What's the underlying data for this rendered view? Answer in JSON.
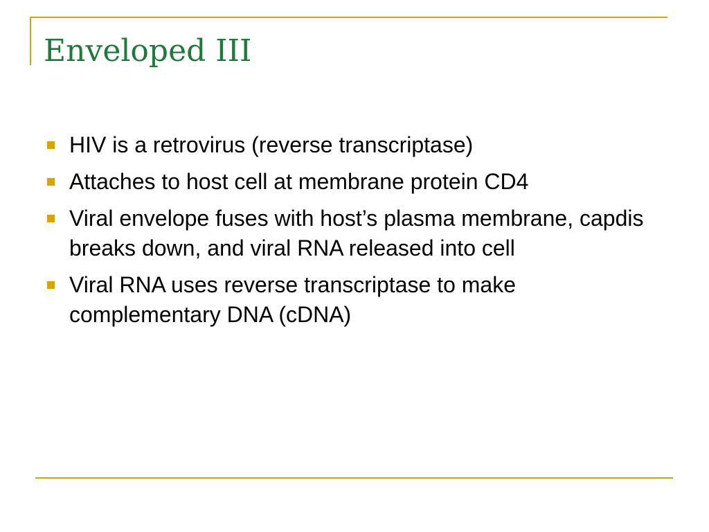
{
  "slide": {
    "title": "Enveloped III",
    "accent_color": "#d9a400",
    "title_color": "#1e7a3a",
    "bullets": [
      {
        "text": "HIV is a retrovirus (reverse transcriptase)"
      },
      {
        "text": "Attaches to host cell at membrane protein CD4"
      },
      {
        "text": "Viral envelope fuses with host’s plasma membrane, capdis breaks down, and viral RNA released into cell"
      },
      {
        "text": "Viral RNA uses reverse transcriptase to make complementary DNA (cDNA)"
      }
    ]
  }
}
